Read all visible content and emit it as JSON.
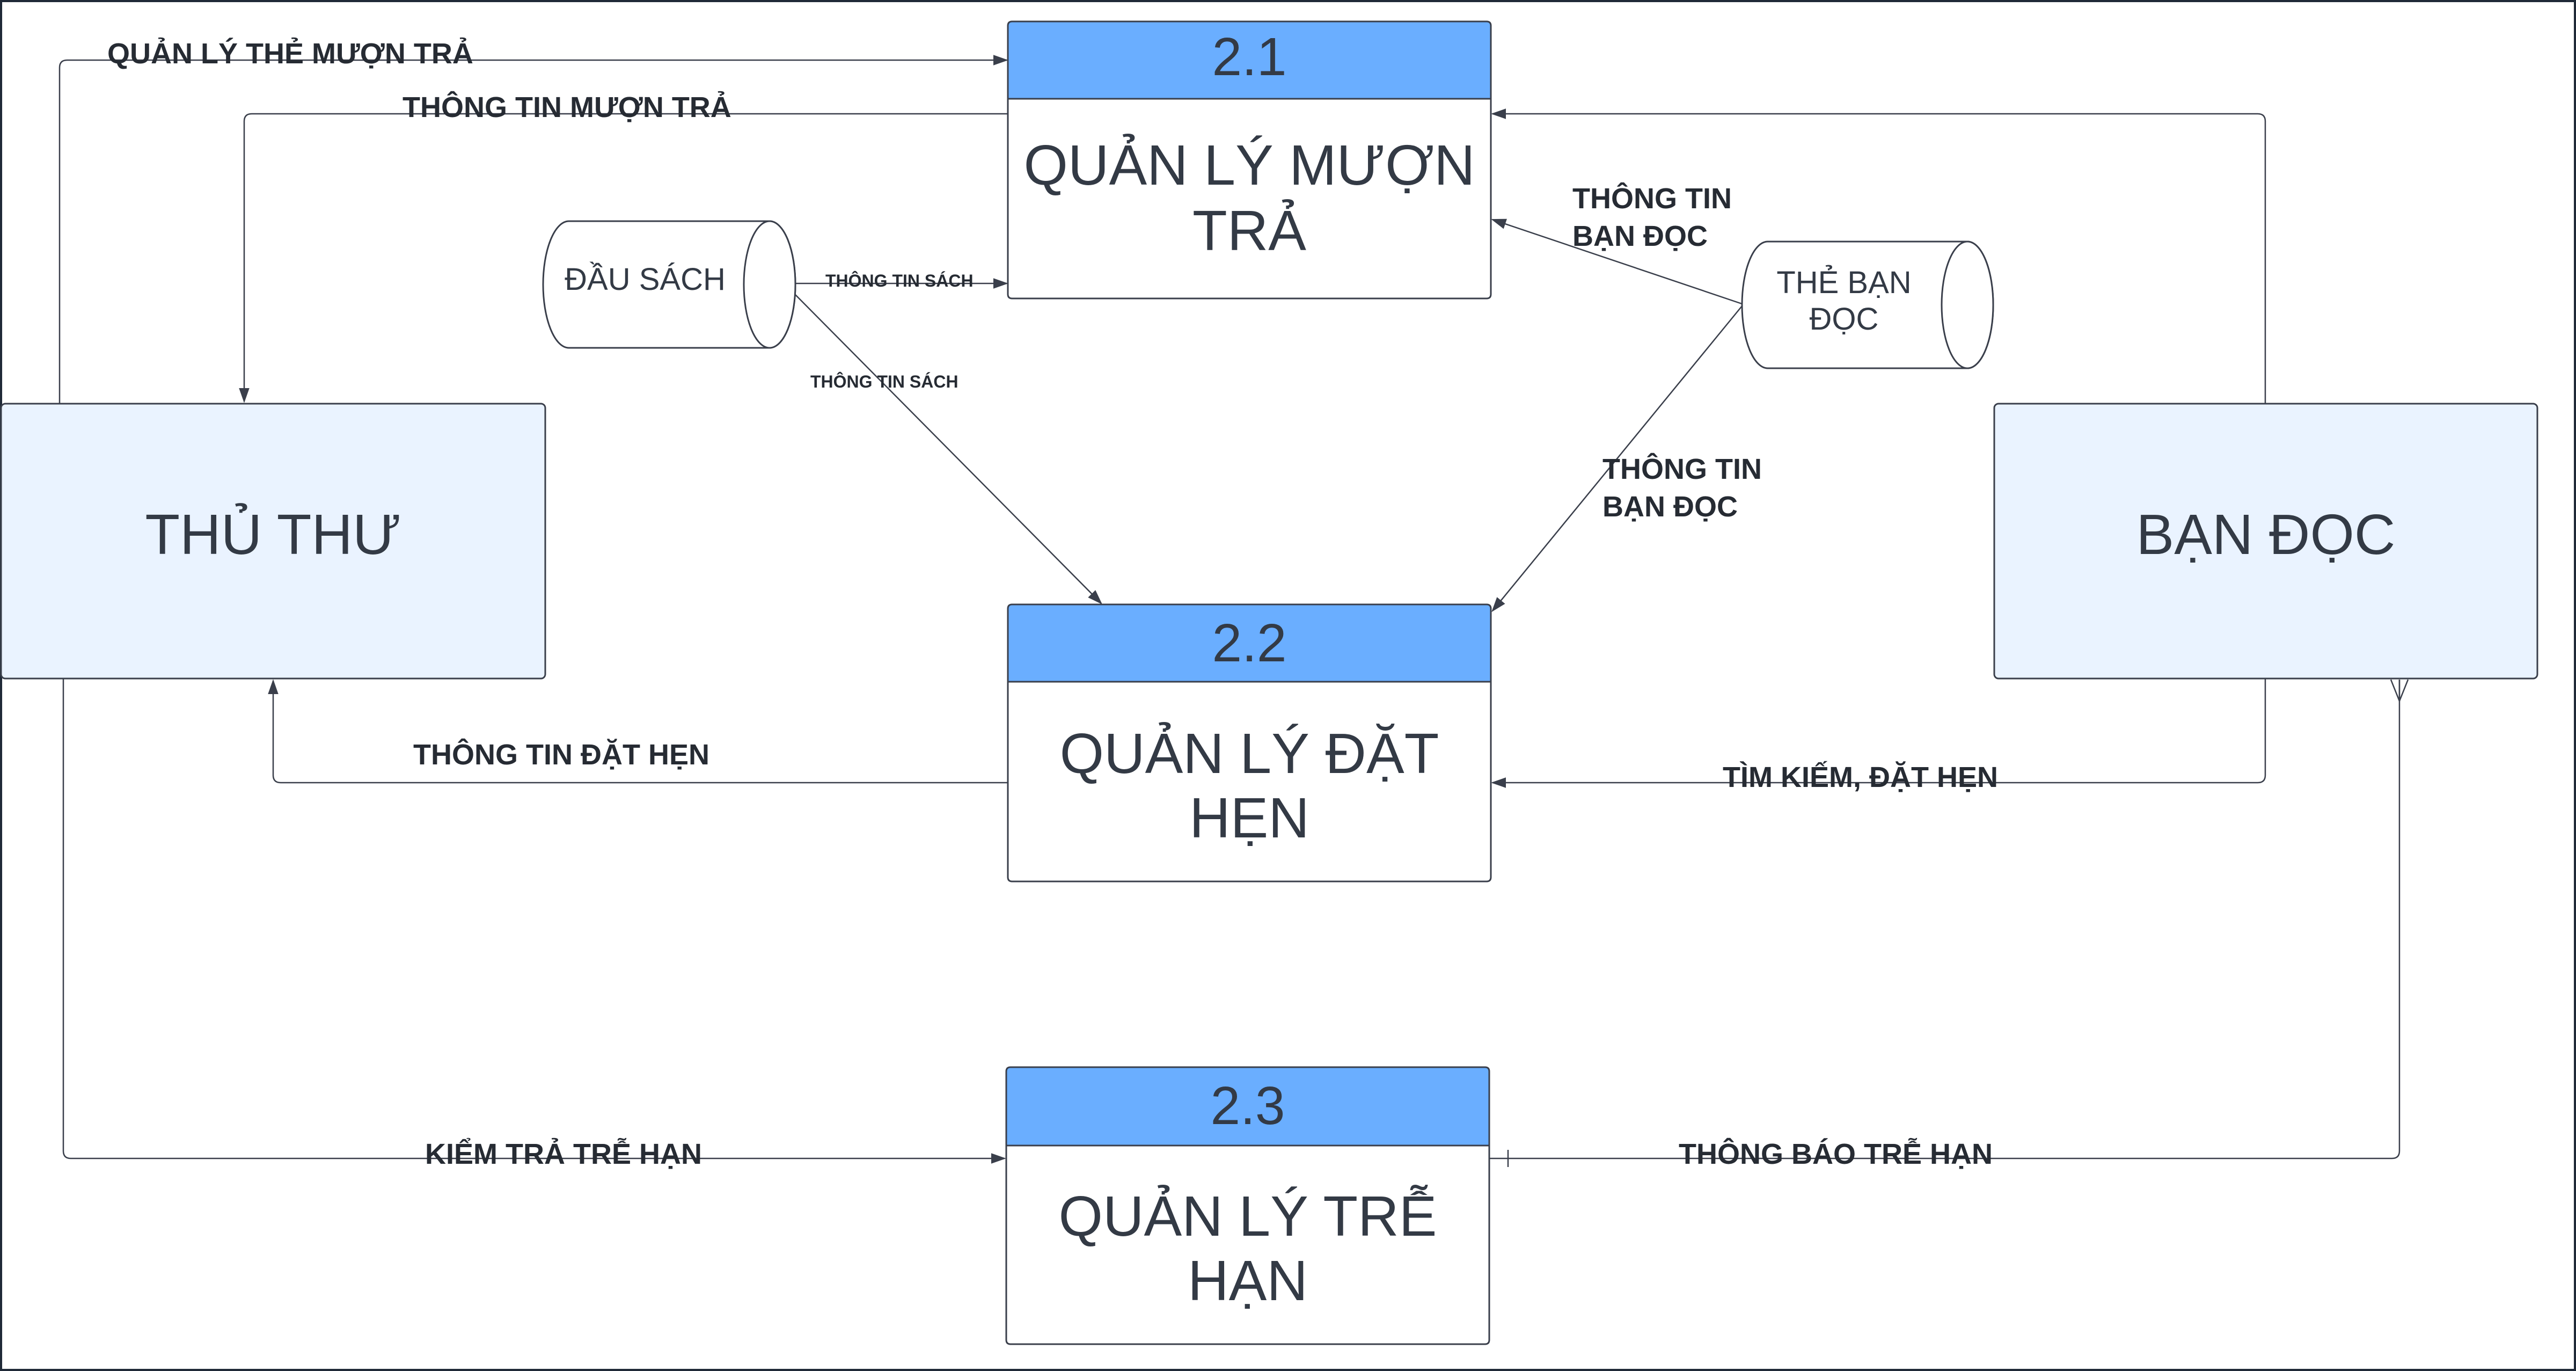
{
  "colors": {
    "process_header": "#6aaeff",
    "entity_fill": "#eaf3ff",
    "line": "#3a3f4b",
    "text": "#333a45"
  },
  "processes": [
    {
      "id": "2.1",
      "name": "QUẢN LÝ MƯỢN TRẢ",
      "name_lines": [
        "QUẢN LÝ MƯỢN",
        "TRẢ"
      ]
    },
    {
      "id": "2.2",
      "name": "QUẢN LÝ ĐẶT HẸN",
      "name_lines": [
        "QUẢN LÝ ĐẶT",
        "HẸN"
      ]
    },
    {
      "id": "2.3",
      "name": "QUẢN LÝ TRỄ HẠN",
      "name_lines": [
        "QUẢN LÝ TRỄ",
        "HẠN"
      ]
    }
  ],
  "entities": [
    {
      "name": "THỦ THƯ"
    },
    {
      "name": "BẠN ĐỌC"
    }
  ],
  "data_stores": [
    {
      "name": "ĐẦU SÁCH",
      "lines": [
        "ĐẦU SÁCH"
      ]
    },
    {
      "name": "THẺ BẠN ĐỌC",
      "lines": [
        "THẺ BẠN",
        "ĐỌC"
      ]
    }
  ],
  "flows": [
    {
      "from": "THỦ THƯ",
      "to": "2.1",
      "label": "QUẢN LÝ THẺ MƯỢN TRẢ"
    },
    {
      "from": "2.1",
      "to": "THỦ THƯ",
      "label": "THÔNG TIN MƯỢN TRẢ"
    },
    {
      "from": "BẠN ĐỌC",
      "to": "2.1",
      "label": ""
    },
    {
      "from": "ĐẦU SÁCH",
      "to": "2.1",
      "label": "THÔNG TIN SÁCH"
    },
    {
      "from": "ĐẦU SÁCH",
      "to": "2.2",
      "label": "THÔNG TIN SÁCH"
    },
    {
      "from": "THẺ BẠN ĐỌC",
      "to": "2.1",
      "label": "THÔNG TIN BẠN ĐỌC",
      "label_lines": [
        "THÔNG TIN",
        "BẠN ĐỌC"
      ]
    },
    {
      "from": "THẺ BẠN ĐỌC",
      "to": "2.2",
      "label": "THÔNG TIN BẠN ĐỌC",
      "label_lines": [
        "THÔNG TIN",
        "BẠN ĐỌC"
      ]
    },
    {
      "from": "2.2",
      "to": "THỦ THƯ",
      "label": "THÔNG TIN ĐẶT HẸN"
    },
    {
      "from": "BẠN ĐỌC",
      "to": "2.2",
      "label": "TÌM KIẾM, ĐẶT HẸN"
    },
    {
      "from": "THỦ THƯ",
      "to": "2.3",
      "label": "KIỂM TRẢ TRỄ HẠN"
    },
    {
      "from": "2.3",
      "to": "BẠN ĐỌC",
      "label": "THÔNG BÁO TRỄ HẠN"
    }
  ]
}
